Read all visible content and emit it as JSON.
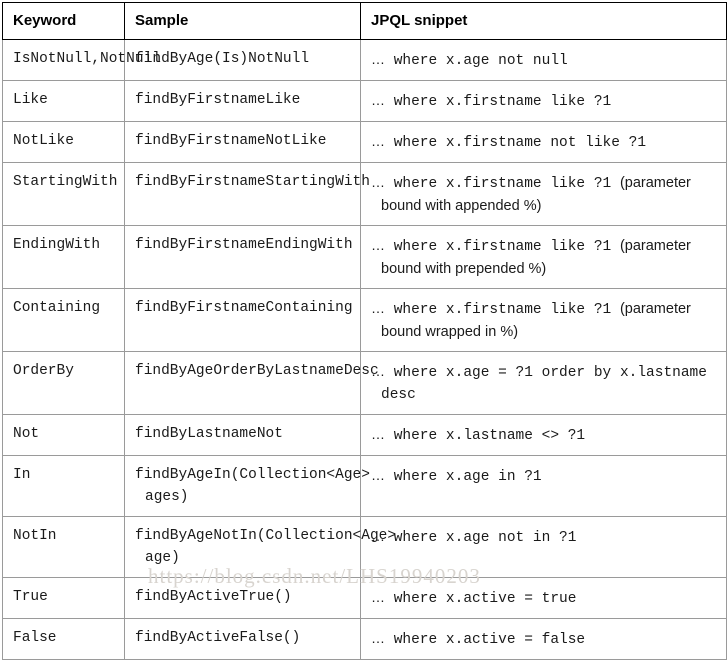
{
  "table": {
    "headers": [
      "Keyword",
      "Sample",
      "JPQL snippet"
    ],
    "rows": [
      {
        "keyword": "IsNotNull,NotNull",
        "sample": "findByAge(Is)NotNull",
        "jpql_ellipsis": "…",
        "jpql": " where x.age not null",
        "jpql_note": "",
        "jpql_cont": ""
      },
      {
        "keyword": "Like",
        "sample": "findByFirstnameLike",
        "jpql_ellipsis": "…",
        "jpql": " where x.firstname like ?1",
        "jpql_note": "",
        "jpql_cont": ""
      },
      {
        "keyword": "NotLike",
        "sample": "findByFirstnameNotLike",
        "jpql_ellipsis": "…",
        "jpql": " where x.firstname not like ?1",
        "jpql_note": "",
        "jpql_cont": ""
      },
      {
        "keyword": "StartingWith",
        "sample": "findByFirstnameStartingWith",
        "jpql_ellipsis": "…",
        "jpql": " where x.firstname like ?1 ",
        "jpql_note": "(parameter",
        "jpql_cont": "bound with appended %)"
      },
      {
        "keyword": "EndingWith",
        "sample": "findByFirstnameEndingWith",
        "jpql_ellipsis": "…",
        "jpql": " where x.firstname like ?1 ",
        "jpql_note": "(parameter",
        "jpql_cont": "bound with prepended %)"
      },
      {
        "keyword": "Containing",
        "sample": "findByFirstnameContaining",
        "jpql_ellipsis": "…",
        "jpql": " where x.firstname like ?1 ",
        "jpql_note": "(parameter",
        "jpql_cont": "bound wrapped in %)"
      },
      {
        "keyword": "OrderBy",
        "sample": "findByAgeOrderByLastnameDesc",
        "jpql_ellipsis": "…",
        "jpql": " where x.age = ?1 order by x.lastname",
        "jpql_note": "",
        "jpql_cont": "desc"
      },
      {
        "keyword": "Not",
        "sample": "findByLastnameNot",
        "jpql_ellipsis": "…",
        "jpql": " where x.lastname <> ?1",
        "jpql_note": "",
        "jpql_cont": ""
      },
      {
        "keyword": "In",
        "sample": "findByAgeIn(Collection<Age>",
        "sample_cont": "ages)",
        "jpql_ellipsis": "…",
        "jpql": " where x.age in ?1",
        "jpql_note": "",
        "jpql_cont": ""
      },
      {
        "keyword": "NotIn",
        "sample": "findByAgeNotIn(Collection<Age>",
        "sample_cont": "age)",
        "jpql_ellipsis": "…",
        "jpql": " where x.age not in ?1",
        "jpql_note": "",
        "jpql_cont": ""
      },
      {
        "keyword": "True",
        "sample": "findByActiveTrue()",
        "jpql_ellipsis": "…",
        "jpql": " where x.active = true",
        "jpql_note": "",
        "jpql_cont": ""
      },
      {
        "keyword": "False",
        "sample": "findByActiveFalse()",
        "jpql_ellipsis": "…",
        "jpql": " where x.active = false",
        "jpql_note": "",
        "jpql_cont": ""
      }
    ]
  },
  "watermark": {
    "text": "https://blog.csdn.net/LHS19940203",
    "color": "#d8d4cf"
  }
}
